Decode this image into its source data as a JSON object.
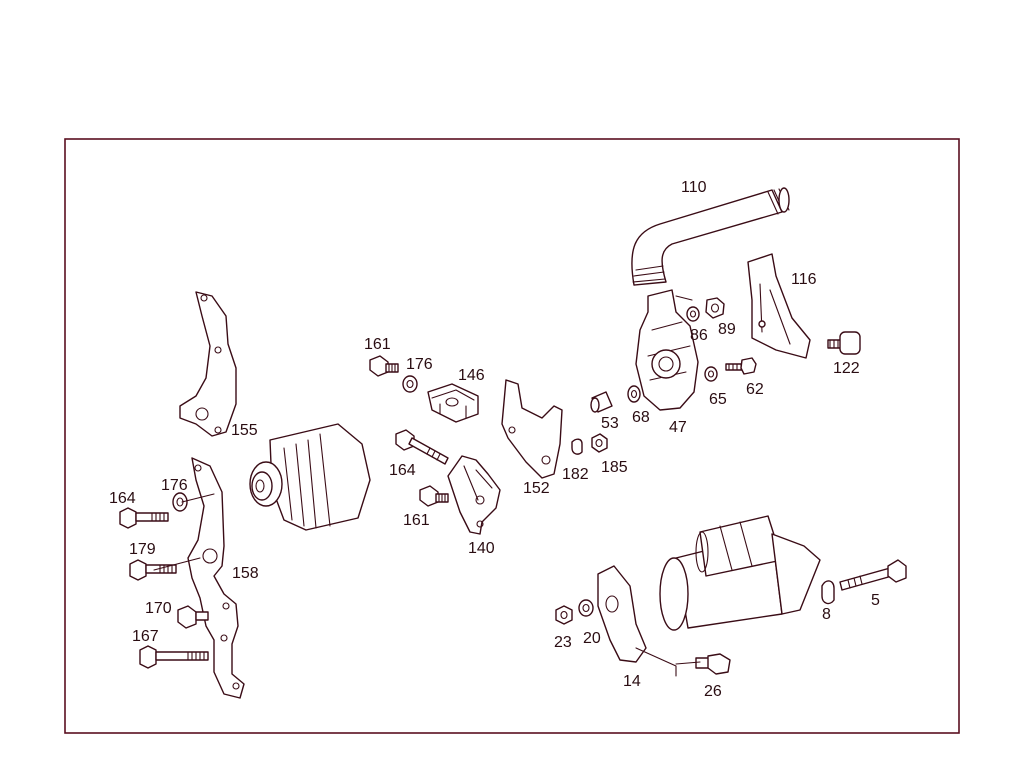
{
  "diagram": {
    "callouts": [
      {
        "id": "c110",
        "text": "110"
      },
      {
        "id": "c116",
        "text": "116"
      },
      {
        "id": "c86",
        "text": "86"
      },
      {
        "id": "c89",
        "text": "89"
      },
      {
        "id": "c122",
        "text": "122"
      },
      {
        "id": "c62",
        "text": "62"
      },
      {
        "id": "c65",
        "text": "65"
      },
      {
        "id": "c47",
        "text": "47"
      },
      {
        "id": "c68",
        "text": "68"
      },
      {
        "id": "c53",
        "text": "53"
      },
      {
        "id": "c185",
        "text": "185"
      },
      {
        "id": "c182",
        "text": "182"
      },
      {
        "id": "c152",
        "text": "152"
      },
      {
        "id": "c161a",
        "text": "161"
      },
      {
        "id": "c176a",
        "text": "176"
      },
      {
        "id": "c146",
        "text": "146"
      },
      {
        "id": "c164a",
        "text": "164"
      },
      {
        "id": "c161b",
        "text": "161"
      },
      {
        "id": "c140",
        "text": "140"
      },
      {
        "id": "c155",
        "text": "155"
      },
      {
        "id": "c164b",
        "text": "164"
      },
      {
        "id": "c176b",
        "text": "176"
      },
      {
        "id": "c179",
        "text": "179"
      },
      {
        "id": "c158",
        "text": "158"
      },
      {
        "id": "c170",
        "text": "170"
      },
      {
        "id": "c167",
        "text": "167"
      },
      {
        "id": "c23",
        "text": "23"
      },
      {
        "id": "c20",
        "text": "20"
      },
      {
        "id": "c14",
        "text": "14"
      },
      {
        "id": "c26",
        "text": "26"
      },
      {
        "id": "c8",
        "text": "8"
      },
      {
        "id": "c5",
        "text": "5"
      }
    ]
  }
}
